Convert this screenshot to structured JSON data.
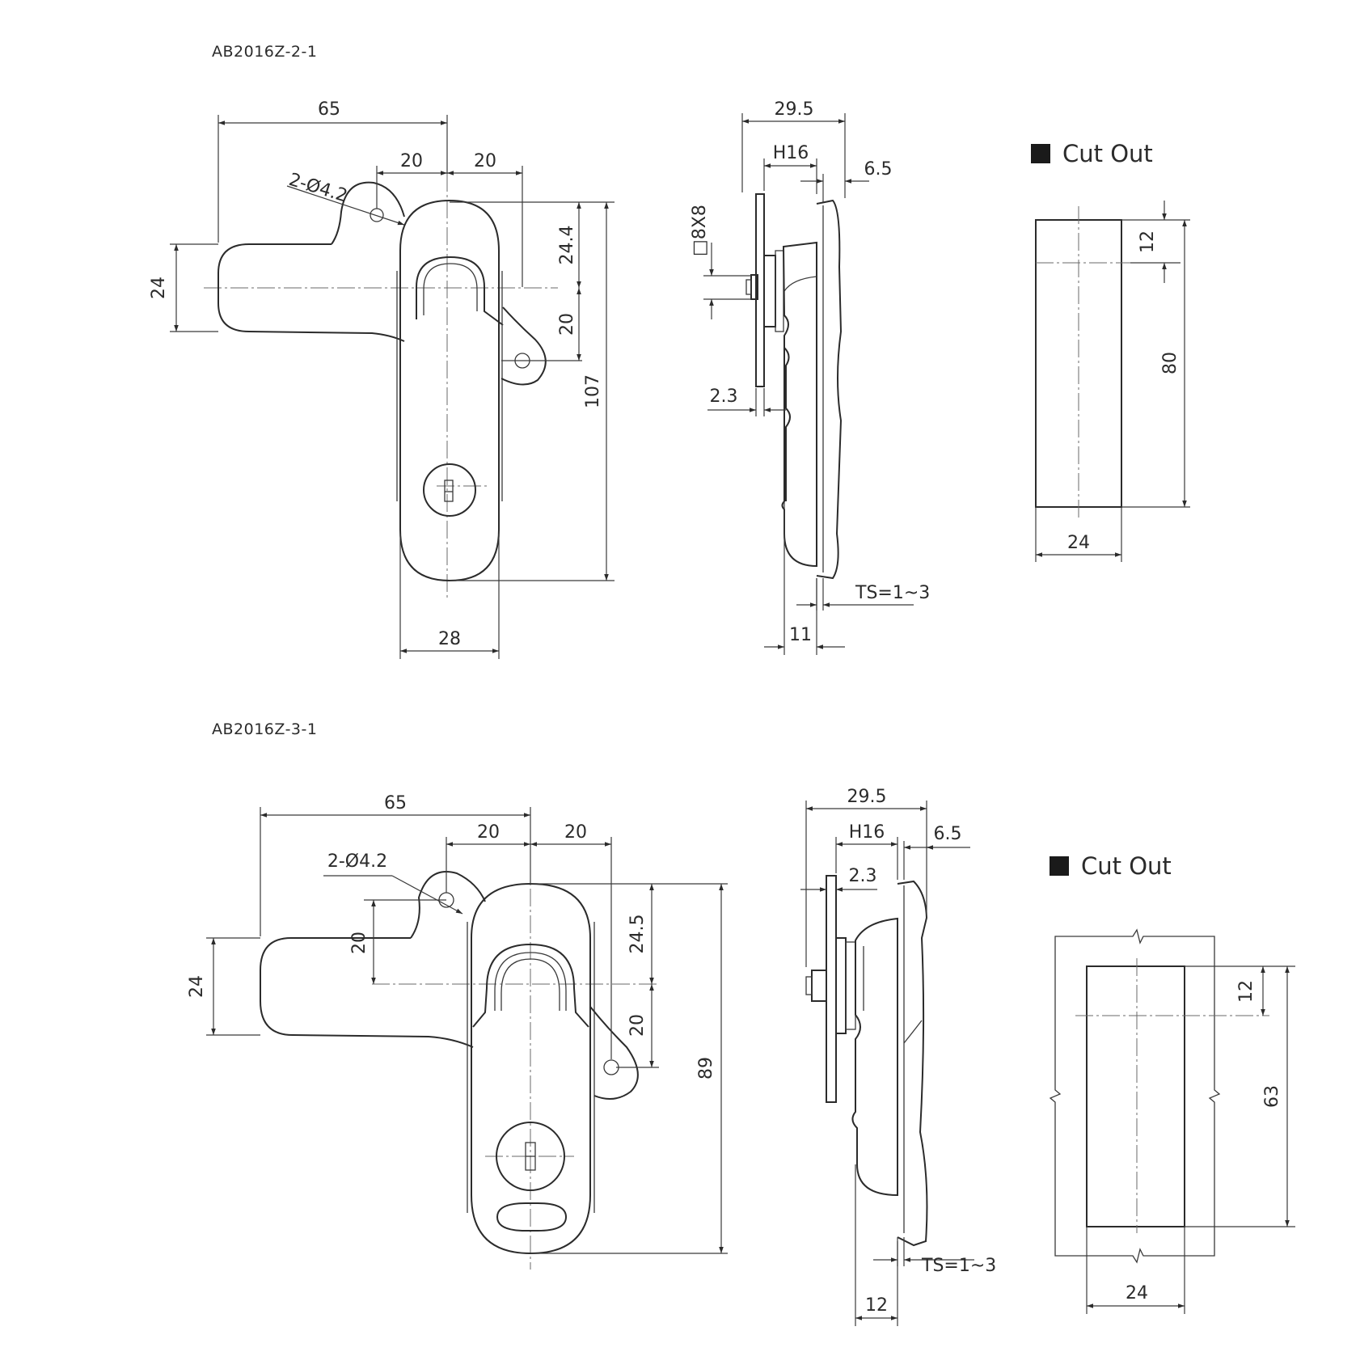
{
  "drawing1": {
    "code": "AB2016Z-2-1",
    "front": {
      "d_overall_width": "65",
      "d_hole_left": "20",
      "d_hole_right": "20",
      "d_holes": "2-Ø4.2",
      "d_arm_height": "24",
      "d_upper": "24.4",
      "d_lower": "20",
      "d_total_height": "107",
      "d_body_width": "28"
    },
    "side": {
      "d_depth": "29.5",
      "d_h": "H16",
      "d_flange": "6.5",
      "d_square": "□8X8",
      "d_thk": "2.3",
      "d_ts": "TS=1~3",
      "d_base": "11"
    },
    "cutout": {
      "title": "Cut Out",
      "d_top": "12",
      "d_height": "80",
      "d_width": "24"
    }
  },
  "drawing2": {
    "code": "AB2016Z-3-1",
    "front": {
      "d_overall_width": "65",
      "d_hole_left": "20",
      "d_hole_right": "20",
      "d_holes": "2-Ø4.2",
      "d_arm_height": "24",
      "d_hole_offset": "20",
      "d_upper": "24.5",
      "d_lower": "20",
      "d_total_height": "89"
    },
    "side": {
      "d_depth": "29.5",
      "d_h": "H16",
      "d_flange": "6.5",
      "d_thk": "2.3",
      "d_ts": "TS=1~3",
      "d_base": "12"
    },
    "cutout": {
      "title": "Cut Out",
      "d_top": "12",
      "d_height": "63",
      "d_width": "24"
    }
  }
}
